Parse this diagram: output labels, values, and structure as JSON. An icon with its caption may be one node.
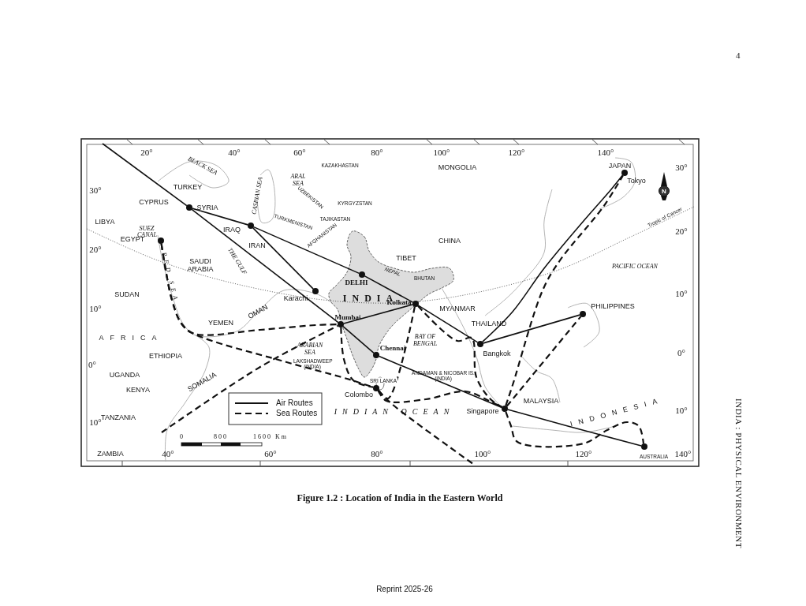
{
  "diagram": {
    "caption": "Figure 1.2 : Location of India in the Eastern World",
    "nodes": [
      {
        "text": [],
        "shape": "circle",
        "beside": [
          "SYRIA"
        ]
      },
      {
        "text": [],
        "shape": "circle"
      },
      {
        "text": [],
        "shape": "circle",
        "beside": [
          "Karachi"
        ]
      },
      {
        "text": [],
        "shape": "circle",
        "beside": [
          "DELHI"
        ]
      },
      {
        "text": [],
        "shape": "circle",
        "beside": [
          "Kolkata"
        ]
      },
      {
        "text": [],
        "shape": "circle",
        "beside": [
          "Mumbai"
        ]
      },
      {
        "text": [],
        "shape": "circle",
        "beside": [
          "Chennai"
        ]
      },
      {
        "text": [],
        "shape": "circle",
        "beside": [
          "Colombo"
        ]
      },
      {
        "text": [],
        "shape": "circle",
        "beside": [
          "Bangkok"
        ]
      },
      {
        "text": [],
        "shape": "circle",
        "beside": [
          "PHILIPPINES"
        ]
      },
      {
        "text": [],
        "shape": "circle",
        "beside": [
          "Tokyo"
        ]
      },
      {
        "text": [],
        "shape": "circle",
        "beside": [
          "Singapore"
        ]
      },
      {
        "text": [],
        "shape": "circle",
        "beside": [
          "AUSTRALIA"
        ]
      },
      {
        "text": [],
        "shape": "circle",
        "beside": [
          "SUEZ CANAL"
        ]
      }
    ],
    "edges": [
      {
        "from": null,
        "to": 0,
        "arrow": "none"
      },
      {
        "from": 0,
        "to": 1,
        "arrow": "none"
      },
      {
        "from": 1,
        "to": 3,
        "arrow": "none"
      },
      {
        "from": 3,
        "to": 4,
        "arrow": "none"
      },
      {
        "from": 1,
        "to": 2,
        "arrow": "none"
      },
      {
        "from": 0,
        "to": 5,
        "arrow": "none"
      },
      {
        "from": 5,
        "to": 4,
        "arrow": "none"
      },
      {
        "from": 5,
        "to": 6,
        "arrow": "none"
      },
      {
        "from": 6,
        "to": 11,
        "arrow": "none"
      },
      {
        "from": 11,
        "to": 12,
        "arrow": "none"
      },
      {
        "from": 4,
        "to": 8,
        "arrow": "none"
      },
      {
        "from": 8,
        "to": 10,
        "arrow": "none"
      },
      {
        "from": 8,
        "to": 9,
        "arrow": "none"
      },
      {
        "from": 13,
        "to": 5,
        "arrow": "none",
        "style": "dashed"
      },
      {
        "from": 13,
        "to": 7,
        "arrow": "none",
        "style": "dashed"
      },
      {
        "from": null,
        "to": 5,
        "arrow": "none",
        "style": "dashed"
      },
      {
        "from": 5,
        "to": 7,
        "arrow": "none",
        "style": "dashed"
      },
      {
        "from": 7,
        "to": 11,
        "arrow": "none",
        "style": "dashed"
      },
      {
        "from": 4,
        "to": 7,
        "arrow": "none",
        "style": "dashed"
      },
      {
        "from": 4,
        "to": 11,
        "arrow": "none",
        "style": "dashed"
      },
      {
        "from": 7,
        "to": null,
        "arrow": "none",
        "style": "dashed"
      },
      {
        "from": 11,
        "to": 10,
        "arrow": "none",
        "style": "dashed"
      },
      {
        "from": 11,
        "to": 9,
        "arrow": "none",
        "style": "dashed"
      },
      {
        "from": 11,
        "to": 12,
        "arrow": "none",
        "style": "dashed"
      }
    ],
    "labels": [
      "20°",
      "40°",
      "60°",
      "80°",
      "100°",
      "120°",
      "140°",
      "BLACK SEA",
      "KAZAKHASTAN",
      "MONGOLIA",
      "JAPAN",
      "30°",
      "30°",
      "TURKEY",
      "ARAL SEA",
      "CASPIAN SEA",
      "UZBEKISTAN",
      "CYPRUS",
      "KYRGYZSTAN",
      "TURKMENISTAN",
      "TAJIKASTAN",
      "LIBYA",
      "IRAQ",
      "AFGHANISTAN",
      "Tropic of Cancer",
      "EGYPT",
      "20°",
      "20°",
      "CHINA",
      "IRAN",
      "TIBET",
      "SAUDI ARABIA",
      "THE GULF",
      "RED SEA",
      "PACIFIC OCEAN",
      "NEPAL",
      "BHUTAN",
      "INDIA",
      "SUDAN",
      "10°",
      "10°",
      "MYANMAR",
      "OMAN",
      "YEMEN",
      "THAILAND",
      "BAY OF BENGAL",
      "ARABIAN SEA",
      "AFRICA",
      "ETHIOPIA",
      "0°",
      "0°",
      "LAKSHADWEEP (INDIA)",
      "ANDAMAN & NICOBAR IS. (INDIA)",
      "UGANDA",
      "SOMALIA",
      "KENYA",
      "SRI LANKA",
      "MALAYSIA",
      "INDONESIA",
      "INDIAN OCEAN",
      "TANZANIA",
      "10°",
      "10°",
      "0",
      "800",
      "1600 Km",
      "ZAMBIA",
      "40°",
      "60°",
      "80°",
      "100°",
      "120°",
      "140°",
      "N",
      "4",
      "INDIA : PHYSICAL ENVIRONMENT",
      "Reprint 2025-26"
    ],
    "legend": [
      {
        "text": "Air Routes"
      },
      {
        "text": "Sea Routes"
      }
    ]
  }
}
